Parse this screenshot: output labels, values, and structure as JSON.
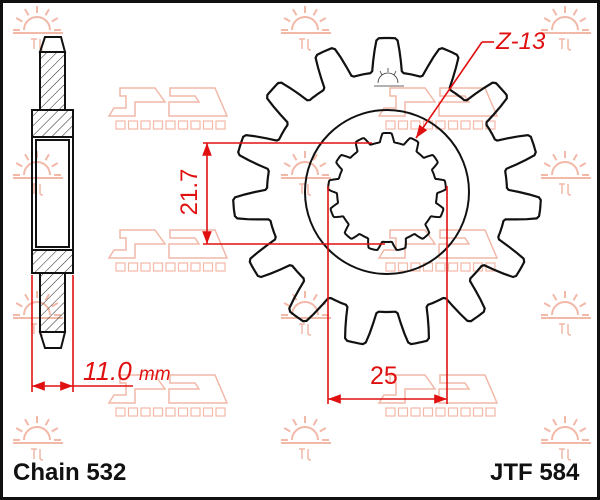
{
  "drawing": {
    "part_number": "JTF 584",
    "chain": "Chain 532",
    "teeth_label": "Z-13",
    "tooth_count": 15,
    "spline_count": 13,
    "dim_thickness": "11.0",
    "dim_thickness_unit": "mm",
    "dim_spline_height": "21.7",
    "dim_spline_width": "25"
  },
  "watermark": {
    "text": "SPROCKETS",
    "color": "#f2b8a8"
  },
  "colors": {
    "dimension": "#e01010",
    "outline": "#111111",
    "watermark": "#f2b8a8"
  }
}
